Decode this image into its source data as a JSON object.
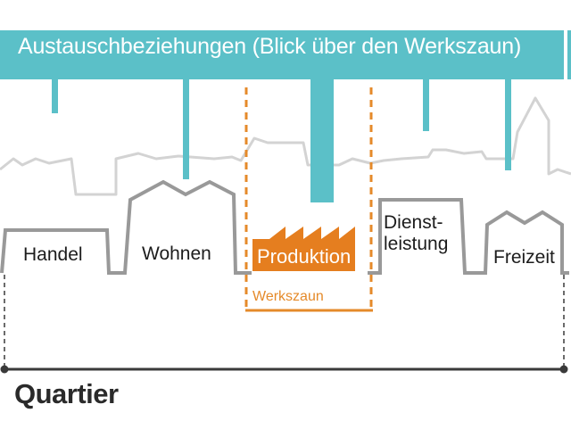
{
  "banner": {
    "title": "Austauschbeziehungen (Blick über den Werkszaun)",
    "color": "#5bc0c8"
  },
  "buildings": {
    "handel": "Handel",
    "wohnen": "Wohnen",
    "produktion": "Produktion",
    "dienstleistung_line1": "Dienst-",
    "dienstleistung_line2": "leistung",
    "freizeit": "Freizeit"
  },
  "fence_label": "Werkszaun",
  "district_label": "Quartier",
  "colors": {
    "banner": "#5bc0c8",
    "skyline": "#d3d3d3",
    "building_outline": "#999999",
    "factory": "#e57e1f",
    "fence": "#e58a2a",
    "axis": "#3a3a3a"
  }
}
